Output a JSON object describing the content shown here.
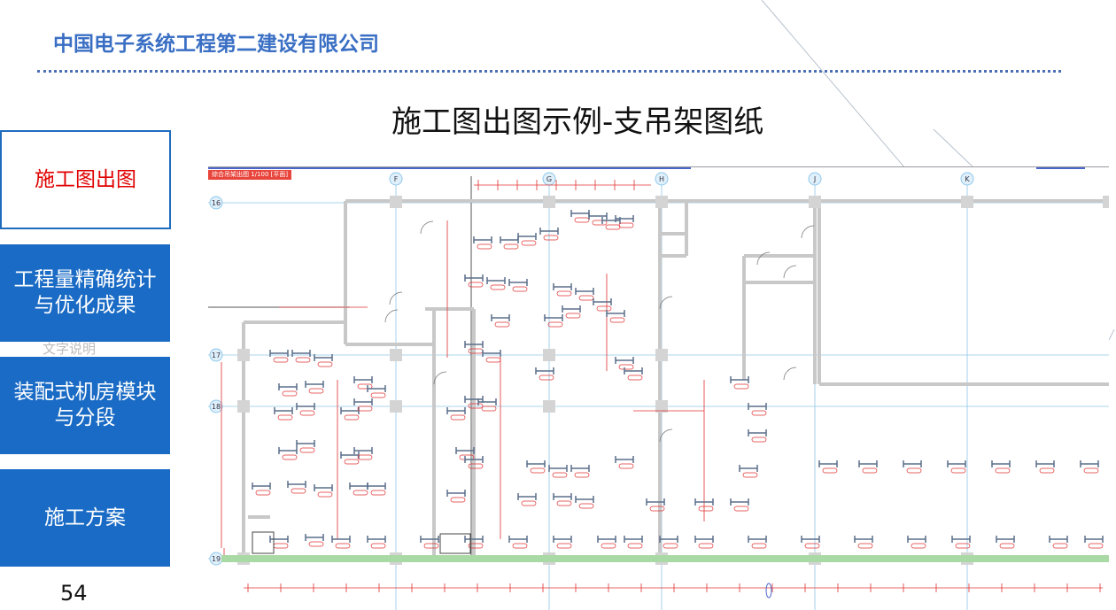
{
  "header": {
    "company": "中国电子系统工程第二建设有限公司"
  },
  "slide": {
    "title": "施工图出图示例-支吊架图纸",
    "page_number": "54",
    "ghost_text": "文字说明"
  },
  "nav": {
    "items": [
      {
        "label": "施工图出图",
        "active": true
      },
      {
        "label": "工程量精确统计与优化成果",
        "active": false
      },
      {
        "label": "装配式机房模块与分段",
        "active": false
      },
      {
        "label": "施工方案",
        "active": false
      }
    ]
  },
  "drawing": {
    "view_tag": "综合吊架出图 1/100 [平面]",
    "column_grid": [
      "F",
      "G",
      "H",
      "J",
      "K"
    ],
    "row_grid": [
      "16",
      "17",
      "18",
      "19"
    ],
    "colors": {
      "wall": "#c8c8c8",
      "dimension": "#e03030",
      "grid": "#8fc7ea",
      "hanger": "#5a6e8a",
      "floor_band": "#a9d9a4"
    }
  },
  "colors": {
    "accent_blue": "#1a6bc5",
    "company_blue": "#3a6fc4",
    "active_red": "#e00000"
  }
}
